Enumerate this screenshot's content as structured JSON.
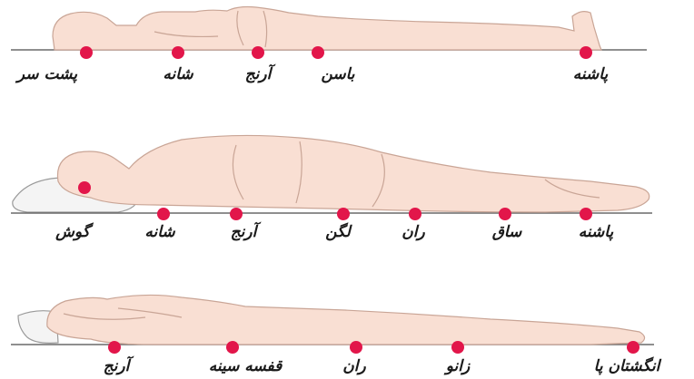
{
  "colors": {
    "skin": "#f9dfd3",
    "skin_outline": "#c9a596",
    "pressure_point": "#e2164a",
    "floor_line": "#6a6a6a",
    "pillow": "#f4f4f4",
    "text": "#1a1a1a"
  },
  "rows": [
    {
      "labels": [
        "پشت سر",
        "شانه",
        "آرنج",
        "باسن",
        "پاشنه"
      ]
    },
    {
      "labels": [
        "گوش",
        "شانه",
        "آرنج",
        "لگن",
        "ران",
        "ساق",
        "پاشنه"
      ]
    },
    {
      "labels": [
        "آرنج",
        "قفسه سینه",
        "ران",
        "زانو",
        "انگشتان پا"
      ]
    }
  ]
}
